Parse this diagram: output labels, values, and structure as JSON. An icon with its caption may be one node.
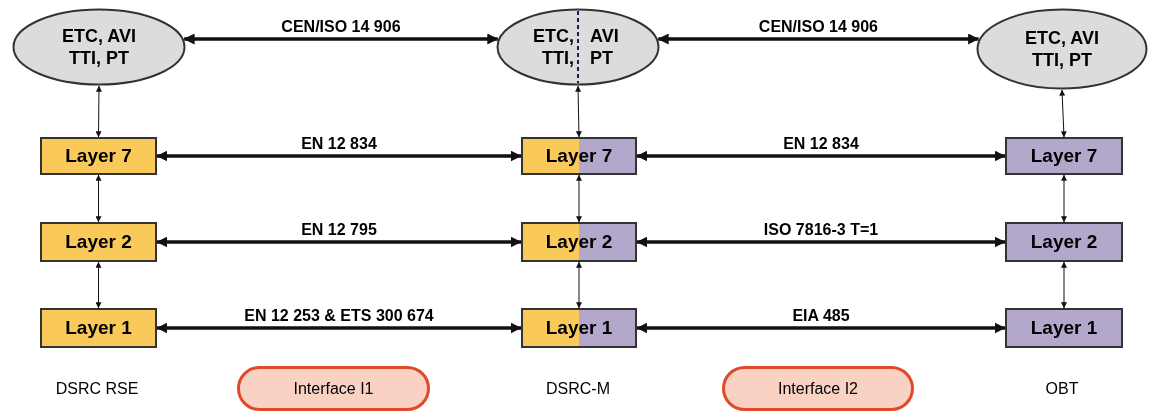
{
  "diagram": {
    "nodes": [
      {
        "text": [
          "ETC, AVI TTI, PT"
        ]
      },
      {
        "text": [
          "ETC, TTI,",
          "AVI PT"
        ]
      },
      {
        "text": [
          "ETC, AVI TTI, PT"
        ]
      },
      {
        "text": [
          "Layer 7"
        ]
      },
      {
        "text": [
          "Layer 2"
        ]
      },
      {
        "text": [
          "Layer 1"
        ]
      },
      {
        "text": [
          "Layer 7"
        ]
      },
      {
        "text": [
          "Layer 2"
        ]
      },
      {
        "text": [
          "Layer 1"
        ]
      },
      {
        "text": [
          "Layer 7"
        ]
      },
      {
        "text": [
          "Layer 2"
        ]
      },
      {
        "text": [
          "Layer 1"
        ]
      },
      {
        "text": [
          "Interface I1"
        ]
      },
      {
        "text": [
          "Interface I2"
        ]
      }
    ],
    "edges": [
      {
        "from": 0,
        "to": 1,
        "arrow": "both",
        "label": "CEN/ISO 14 906",
        "style": "thick"
      },
      {
        "from": 1,
        "to": 2,
        "arrow": "both",
        "label": "CEN/ISO 14 906",
        "style": "thick"
      },
      {
        "from": 0,
        "to": 3,
        "arrow": "both"
      },
      {
        "from": 1,
        "to": 6,
        "arrow": "both"
      },
      {
        "from": 2,
        "to": 9,
        "arrow": "both"
      },
      {
        "from": 3,
        "to": 6,
        "arrow": "both",
        "label": "EN 12 834",
        "style": "thick"
      },
      {
        "from": 6,
        "to": 9,
        "arrow": "both",
        "label": "EN 12 834",
        "style": "thick"
      },
      {
        "from": 3,
        "to": 4,
        "arrow": "both"
      },
      {
        "from": 6,
        "to": 7,
        "arrow": "both"
      },
      {
        "from": 9,
        "to": 10,
        "arrow": "both"
      },
      {
        "from": 4,
        "to": 7,
        "arrow": "both",
        "label": "EN 12 795",
        "style": "thick"
      },
      {
        "from": 7,
        "to": 10,
        "arrow": "both",
        "label": "ISO 7816-3 T=1",
        "style": "thick"
      },
      {
        "from": 4,
        "to": 5,
        "arrow": "both"
      },
      {
        "from": 7,
        "to": 8,
        "arrow": "both"
      },
      {
        "from": 10,
        "to": 11,
        "arrow": "both"
      },
      {
        "from": 5,
        "to": 8,
        "arrow": "both",
        "label": "EN 12 253 & ETS 300 674",
        "style": "thick"
      },
      {
        "from": 8,
        "to": 11,
        "arrow": "both",
        "label": "EIA 485",
        "style": "thick"
      }
    ],
    "labels": [
      "DSRC RSE",
      "DSRC-M",
      "OBT"
    ]
  }
}
